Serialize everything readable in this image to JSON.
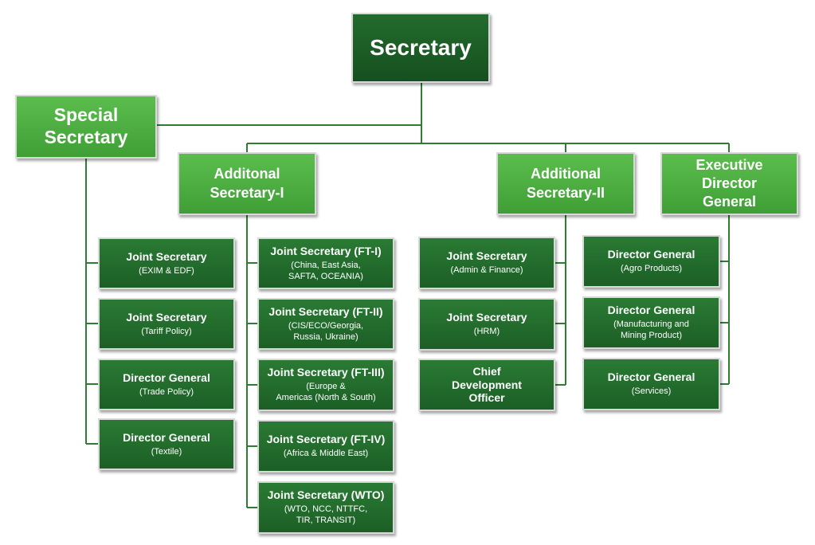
{
  "secretary": "Secretary",
  "special_secretary": {
    "line1": "Special",
    "line2": "Secretary"
  },
  "additional_secretary_1": {
    "line1": "Additonal",
    "line2": "Secretary-I"
  },
  "additional_secretary_2": {
    "line1": "Additional",
    "line2": "Secretary-II"
  },
  "executive_director_general": {
    "line1": "Executive",
    "line2": "Director",
    "line3": "General"
  },
  "special_secretary_units": [
    {
      "title": "Joint Secretary",
      "sub": "(EXIM & EDF)"
    },
    {
      "title": "Joint Secretary",
      "sub": "(Tariff Policy)"
    },
    {
      "title": "Director General",
      "sub": "(Trade Policy)"
    },
    {
      "title": "Director General",
      "sub": "(Textile)"
    }
  ],
  "additional_secretary_1_units": [
    {
      "title": "Joint Secretary (FT-I)",
      "sub1": "(China, East Asia,",
      "sub2": "SAFTA, OCEANIA)"
    },
    {
      "title": "Joint Secretary (FT-II)",
      "sub1": "(CIS/ECO/Georgia,",
      "sub2": "Russia, Ukraine)"
    },
    {
      "title": "Joint Secretary (FT-III)",
      "sub1": "(Europe &",
      "sub2": "Americas (North & South)"
    },
    {
      "title": "Joint Secretary (FT-IV)",
      "sub1": "(Africa & Middle East)"
    },
    {
      "title": "Joint Secretary (WTO)",
      "sub1": "(WTO, NCC, NTTFC,",
      "sub2": "TIR, TRANSIT)"
    }
  ],
  "additional_secretary_2_units": [
    {
      "title": "Joint Secretary",
      "sub": "(Admin & Finance)"
    },
    {
      "title": "Joint Secretary",
      "sub": "(HRM)"
    },
    {
      "line1": "Chief",
      "line2": "Development",
      "line3": "Officer"
    }
  ],
  "executive_director_general_units": [
    {
      "title": "Director General",
      "sub": "(Agro Products)"
    },
    {
      "title": "Director General",
      "sub1": "(Manufacturing and",
      "sub2": "Mining Product)"
    },
    {
      "title": "Director General",
      "sub": "(Services)"
    }
  ]
}
